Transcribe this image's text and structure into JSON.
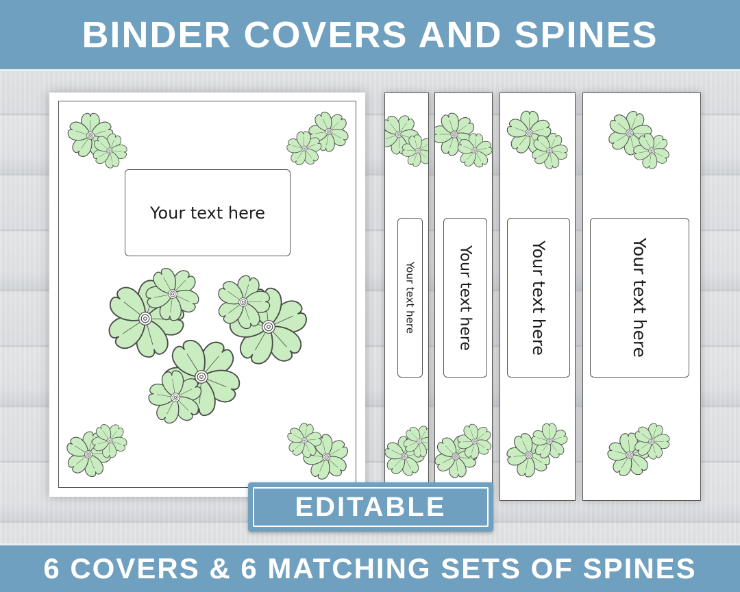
{
  "header": {
    "title": "BINDER COVERS AND SPINES"
  },
  "footer": {
    "subtitle": "6 COVERS & 6 MATCHING SETS OF SPINES"
  },
  "badge": {
    "label": "EDITABLE"
  },
  "cover": {
    "text": "Your text here"
  },
  "spines": [
    {
      "text": "Your text here"
    },
    {
      "text": "Your text here"
    },
    {
      "text": "Your text here"
    },
    {
      "text": "Your text here"
    }
  ],
  "colors": {
    "banner": "#6fa0bf",
    "flower_fill": "#c9ecc0",
    "flower_stroke": "#4a4a4a"
  },
  "icons": [
    "flower-icon"
  ]
}
